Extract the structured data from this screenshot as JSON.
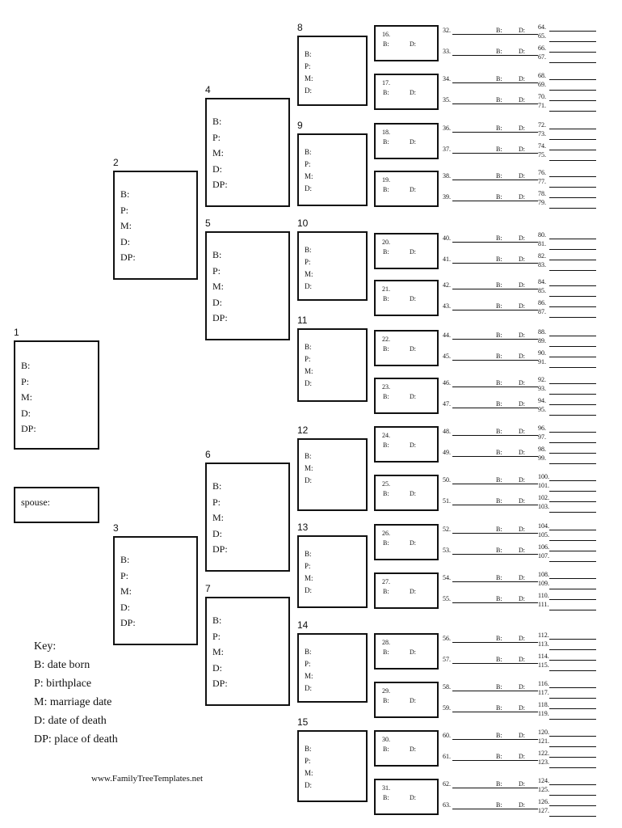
{
  "persons": [
    {
      "num": "1",
      "fields": [
        "B:",
        "P:",
        "M:",
        "D:",
        "DP:"
      ]
    },
    {
      "num": "2",
      "fields": [
        "B:",
        "P:",
        "M:",
        "D:",
        "DP:"
      ]
    },
    {
      "num": "3",
      "fields": [
        "B:",
        "P:",
        "M:",
        "D:",
        "DP:"
      ]
    },
    {
      "num": "4",
      "fields": [
        "B:",
        "P:",
        "M:",
        "D:",
        "DP:"
      ]
    },
    {
      "num": "5",
      "fields": [
        "B:",
        "P:",
        "M:",
        "D:",
        "DP:"
      ]
    },
    {
      "num": "6",
      "fields": [
        "B:",
        "P:",
        "M:",
        "D:",
        "DP:"
      ]
    },
    {
      "num": "7",
      "fields": [
        "B:",
        "P:",
        "M:",
        "D:",
        "DP:"
      ]
    },
    {
      "num": "8",
      "fields": [
        "B:",
        "P:",
        "M:",
        "D:"
      ]
    },
    {
      "num": "9",
      "fields": [
        "B:",
        "P:",
        "M:",
        "D:"
      ]
    },
    {
      "num": "10",
      "fields": [
        "B:",
        "P:",
        "M:",
        "D:"
      ]
    },
    {
      "num": "11",
      "fields": [
        "B:",
        "P:",
        "M:",
        "D:"
      ]
    },
    {
      "num": "12",
      "fields": [
        "B:",
        "M:",
        "D:"
      ]
    },
    {
      "num": "13",
      "fields": [
        "B:",
        "P:",
        "M:",
        "D:"
      ]
    },
    {
      "num": "14",
      "fields": [
        "B:",
        "P:",
        "M:",
        "D:"
      ]
    },
    {
      "num": "15",
      "fields": [
        "B:",
        "P:",
        "M:",
        "D:"
      ]
    }
  ],
  "spouse": "spouse:",
  "gen5": {
    "numbers": [
      "16.",
      "17.",
      "18.",
      "19.",
      "20.",
      "21.",
      "22.",
      "23.",
      "24.",
      "25.",
      "26.",
      "27.",
      "28.",
      "29.",
      "30.",
      "31."
    ],
    "b": "B:",
    "d": "D:"
  },
  "gen6": {
    "numbers": [
      "32.",
      "33.",
      "34.",
      "35.",
      "36.",
      "37.",
      "38.",
      "39.",
      "40.",
      "41.",
      "42.",
      "43.",
      "44.",
      "45.",
      "46.",
      "47.",
      "48.",
      "49.",
      "50.",
      "51.",
      "52.",
      "53.",
      "54.",
      "55.",
      "56.",
      "57.",
      "58.",
      "59.",
      "60.",
      "61.",
      "62.",
      "63."
    ],
    "b": "B:",
    "d": "D:"
  },
  "gen7": {
    "numbers": [
      "64.",
      "65.",
      "66.",
      "67.",
      "68.",
      "69.",
      "70.",
      "71.",
      "72.",
      "73.",
      "74.",
      "75.",
      "76.",
      "77.",
      "78.",
      "79.",
      "80.",
      "81.",
      "82.",
      "83.",
      "84.",
      "85.",
      "86.",
      "87.",
      "88.",
      "89.",
      "90.",
      "91.",
      "92.",
      "93.",
      "94.",
      "95.",
      "96.",
      "97.",
      "98.",
      "99.",
      "100.",
      "101.",
      "102.",
      "103.",
      "104.",
      "105.",
      "106.",
      "107.",
      "108.",
      "109.",
      "110.",
      "111.",
      "112.",
      "113.",
      "114.",
      "115.",
      "116.",
      "117.",
      "118.",
      "119.",
      "120.",
      "121.",
      "122.",
      "123.",
      "124.",
      "125.",
      "126.",
      "127."
    ]
  },
  "key": {
    "title": "Key:",
    "items": [
      "B: date born",
      "P: birthplace",
      "M: marriage date",
      "D: date of death",
      "DP: place of death"
    ]
  },
  "website": "www.FamilyTreeTemplates.net"
}
